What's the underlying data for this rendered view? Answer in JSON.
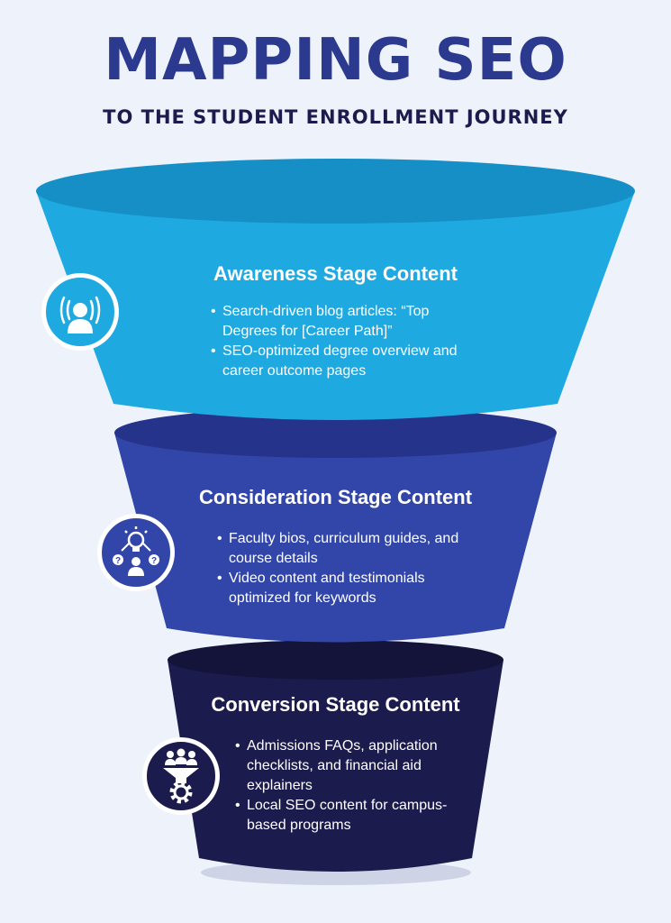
{
  "header": {
    "title": "MAPPING SEO",
    "subtitle": "TO THE STUDENT ENROLLMENT JOURNEY"
  },
  "colors": {
    "background": "#eef2fb",
    "title": "#2b3a8f",
    "awareness": "#1fa9e1",
    "awareness_top": "#168fc7",
    "consideration": "#3146a8",
    "consideration_top": "#25338a",
    "conversion": "#1c1b4d",
    "conversion_top": "#14133a"
  },
  "stages": [
    {
      "title": "Awareness Stage Content",
      "icon": "person-broadcast-icon",
      "bullets": [
        "Search-driven blog articles: “Top Degrees for [Career Path]”",
        "SEO-optimized degree overview and career outcome pages"
      ]
    },
    {
      "title": "Consideration Stage Content",
      "icon": "lightbulb-questions-icon",
      "bullets": [
        "Faculty bios, curriculum guides, and course details",
        "Video content and testimonials optimized for keywords"
      ]
    },
    {
      "title": "Conversion Stage Content",
      "icon": "group-funnel-gear-icon",
      "bullets": [
        "Admissions FAQs, application checklists, and financial aid explainers",
        "Local SEO content for campus-based programs"
      ]
    }
  ]
}
